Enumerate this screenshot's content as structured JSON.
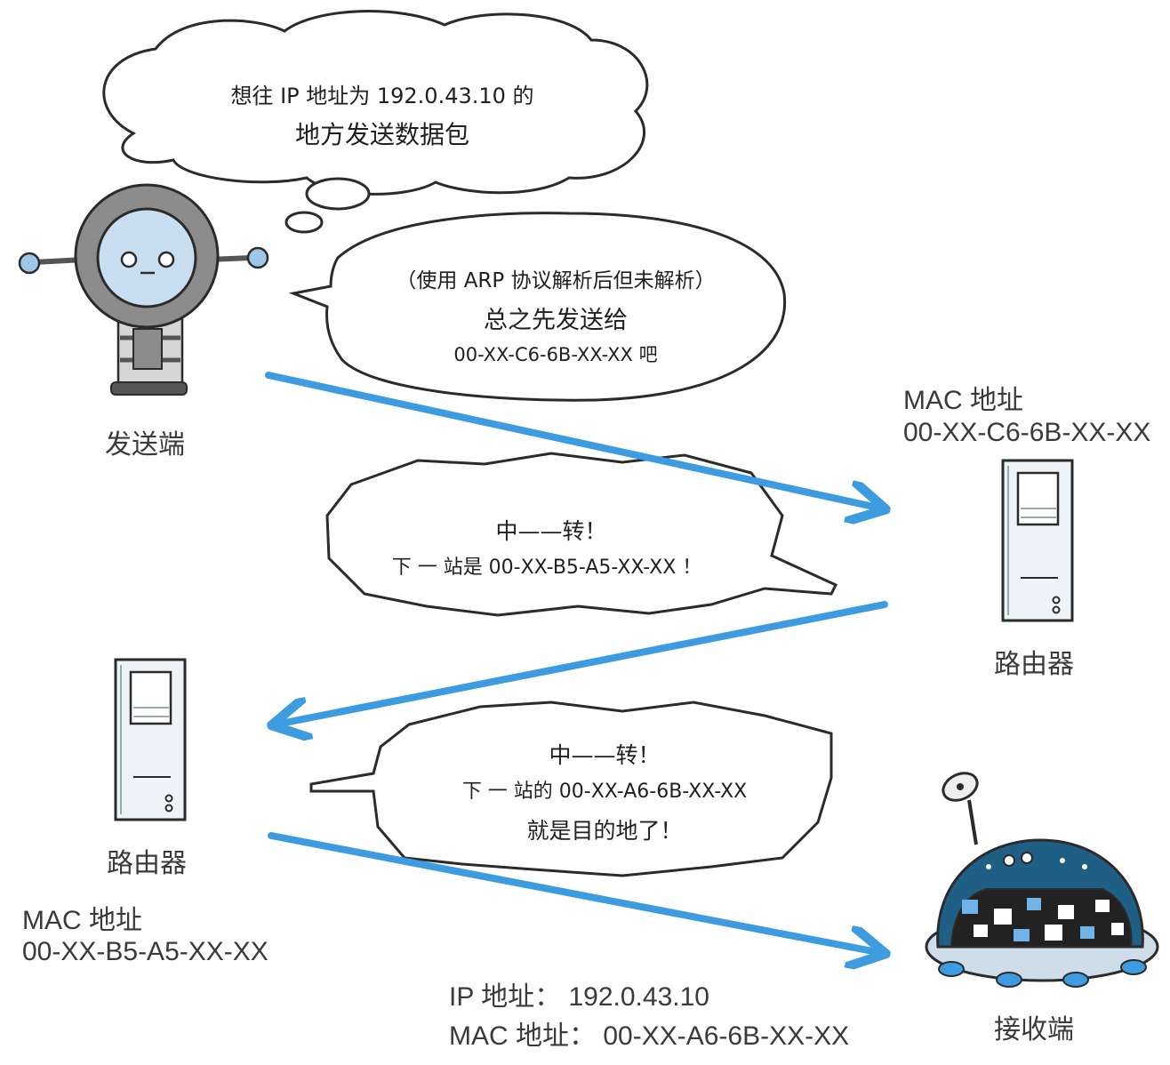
{
  "bubbles": {
    "thought": {
      "line1": "想往 IP 地址为 192.0.43.10 的",
      "line2": "地方发送数据包"
    },
    "sender_speech": {
      "line1": "（使用 ARP 协议解析后但未解析）",
      "line2": "总之先发送给",
      "line3": "00-XX-C6-6B-XX-XX 吧"
    },
    "router1_speech": {
      "line1": "中——转！",
      "line2": "下 一 站是 00-XX-B5-A5-XX-XX ！"
    },
    "router2_speech": {
      "line1": "中——转！",
      "line2": "下 一 站的 00-XX-A6-6B-XX-XX",
      "line3": "就是目的地了！"
    }
  },
  "sender": {
    "label": "发送端"
  },
  "router_right": {
    "label": "路由器",
    "mac_title": "MAC 地址",
    "mac_value": "00-XX-C6-6B-XX-XX"
  },
  "router_left": {
    "label": "路由器",
    "mac_title": "MAC 地址",
    "mac_value": "00-XX-B5-A5-XX-XX"
  },
  "receiver": {
    "label": "接收端",
    "ip_line": "IP 地址：  192.0.43.10",
    "mac_line": "MAC 地址：  00-XX-A6-6B-XX-XX"
  },
  "colors": {
    "arrow": "#3d9be0",
    "outline": "#2b2b2b",
    "robot_body": "#8c8c8c",
    "receiver_shell": "#1f5f86"
  }
}
